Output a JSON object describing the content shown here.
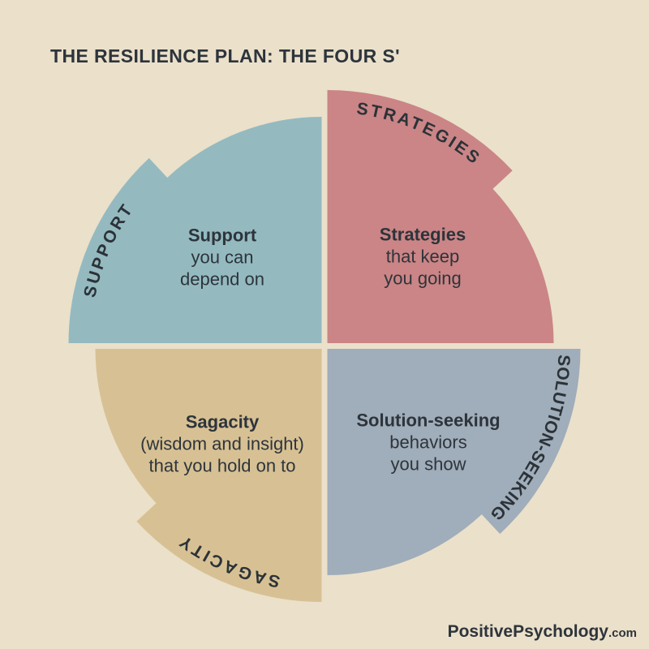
{
  "title": "THE RESILIENCE PLAN: THE FOUR S'",
  "background_color": "#ebe0ca",
  "text_color": "#2d343b",
  "footer": {
    "brand": "PositivePsychology",
    "suffix": ".com"
  },
  "diagram": {
    "type": "four-quadrant-wheel",
    "quadrants": [
      {
        "id": "support",
        "position": "top-left",
        "color": "#94bac0",
        "arc_label": "SUPPORT",
        "heading": "Support",
        "line2": "you can",
        "line3": "depend on"
      },
      {
        "id": "strategies",
        "position": "top-right",
        "color": "#cb8586",
        "arc_label": "STRATEGIES",
        "heading": "Strategies",
        "line2": "that keep",
        "line3": "you going"
      },
      {
        "id": "sagacity",
        "position": "bottom-left",
        "color": "#d7c194",
        "arc_label": "SAGACITY",
        "heading": "Sagacity",
        "line2": "(wisdom and insight)",
        "line3": "that you hold on to"
      },
      {
        "id": "solution-seeking",
        "position": "bottom-right",
        "color": "#a0adba",
        "arc_label": "SOLUTION-SEEKING",
        "heading": "Solution-seeking",
        "line2": "behaviors",
        "line3": "you show"
      }
    ]
  }
}
